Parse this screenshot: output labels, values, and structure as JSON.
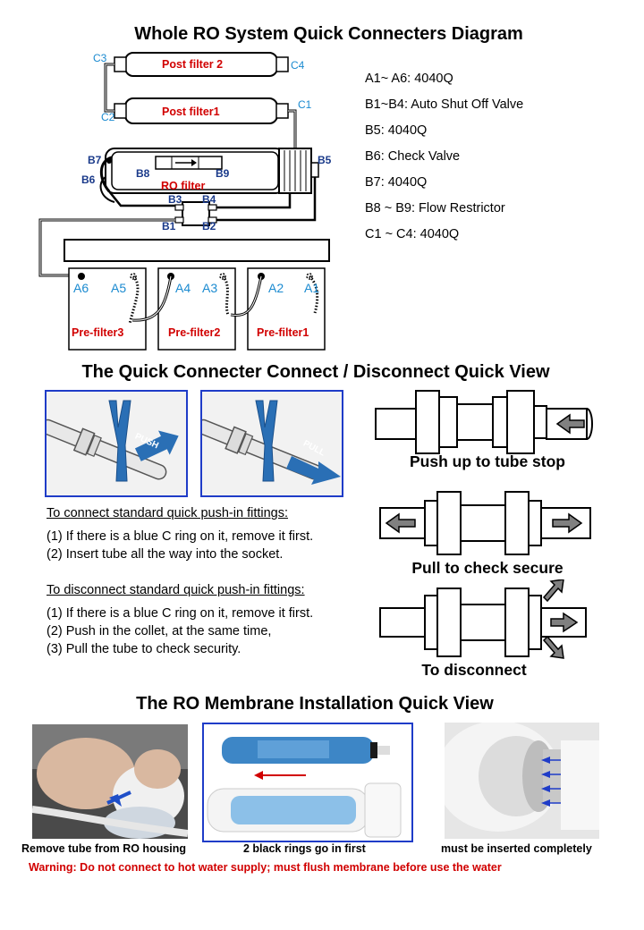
{
  "title": "Whole RO System Quick Connecters Diagram",
  "legend": [
    "A1~ A6: 4040Q",
    "B1~B4: Auto Shut Off Valve",
    "B5: 4040Q",
    "B6: Check Valve",
    "B7: 4040Q",
    "B8 ~ B9: Flow Restrictor",
    "C1 ~ C4: 4040Q"
  ],
  "filters": {
    "post2": "Post filter 2",
    "post1": "Post filter1",
    "ro": "RO filter",
    "pre3": "Pre-filter3",
    "pre2": "Pre-filter2",
    "pre1": "Pre-filter1"
  },
  "connectors": {
    "c1": "C1",
    "c2": "C2",
    "c3": "C3",
    "c4": "C4",
    "b1": "B1",
    "b2": "B2",
    "b3": "B3",
    "b4": "B4",
    "b5": "B5",
    "b6": "B6",
    "b7": "B7",
    "b8": "B8",
    "b9": "B9",
    "a1": "A1",
    "a2": "A2",
    "a3": "A3",
    "a4": "A4",
    "a5": "A5",
    "a6": "A6"
  },
  "section2": {
    "title": "The Quick Connecter Connect / Disconnect  Quick View",
    "push_label": "PUSH",
    "pull_label": "PULL",
    "connect_heading": "To connect standard quick push-in fittings:",
    "connect_steps": [
      "(1) If there is a blue C ring on it, remove it first.",
      "(2) Insert tube all the way into the socket."
    ],
    "disconnect_heading": "To disconnect standard quick push-in fittings:",
    "disconnect_steps": [
      "(1) If there is a blue C ring on it, remove it first.",
      "(2) Push in the collet, at the same time,",
      "(3) Pull the tube to check security."
    ],
    "cap1": "Push up to tube stop",
    "cap2": "Pull to check secure",
    "cap3": "To disconnect"
  },
  "section3": {
    "title": "The RO Membrane Installation Quick View",
    "cap1": "Remove tube from RO housing",
    "cap2": "2 black rings go in first",
    "cap3": "must be inserted completely",
    "warning": "Warning: Do not connect to hot water supply; must flush membrane before use the water"
  },
  "colors": {
    "label_red": "#d10000",
    "label_blue": "#1a8ad0",
    "frame_blue": "#1f3cc8",
    "arrow_blue": "#2a6fb5",
    "membrane_blue": "#3d86c6"
  }
}
